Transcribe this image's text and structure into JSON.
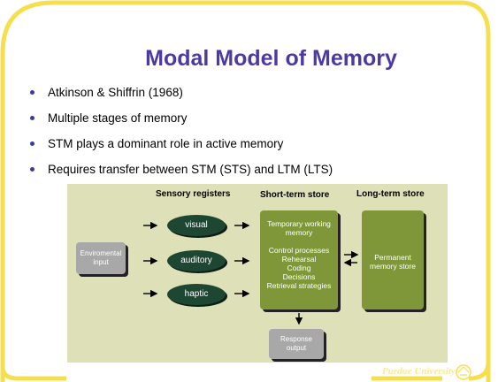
{
  "slide": {
    "title": "Modal Model of Memory",
    "bullets": [
      "Atkinson & Shiffrin (1968)",
      "Multiple stages of memory",
      "STM plays a dominant role in active memory",
      "Requires transfer between STM (STS) and LTM (LTS)"
    ],
    "footer": "Purdue University"
  },
  "diagram": {
    "headers": {
      "sensory": "Sensory registers",
      "sts": "Short-term store",
      "lts": "Long-term store"
    },
    "input_line1": "Enviromental",
    "input_line2": "input",
    "sensory": [
      "visual",
      "auditory",
      "haptic"
    ],
    "sts_lines": [
      "Temporary working",
      "memory",
      "",
      "Control processes",
      "Rehearsal",
      "Coding",
      "Decisions",
      "Retrieval strategies"
    ],
    "lts_line1": "Permanent",
    "lts_line2": "memory store",
    "output_line1": "Response",
    "output_line2": "output"
  },
  "colors": {
    "frame": "#f5df4d",
    "title": "#4b3aa6",
    "diagram_bg": "#dee0b8",
    "ellipse": "#1d4633",
    "store": "#7f9738",
    "grey": "#a8a8a8"
  }
}
